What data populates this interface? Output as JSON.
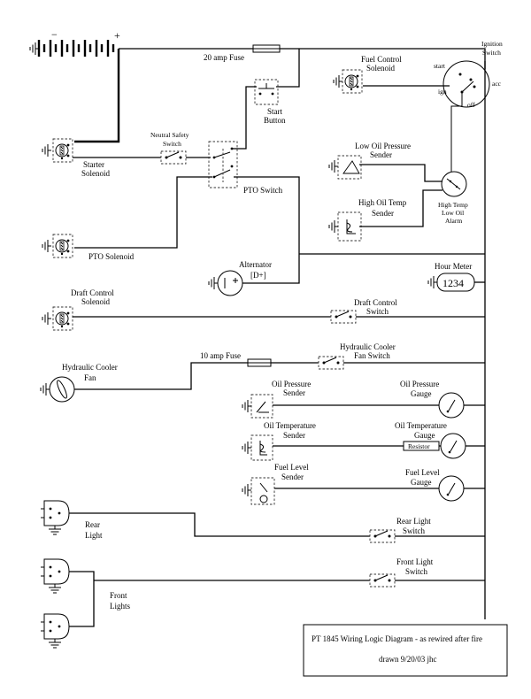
{
  "battery": {
    "minus": "−",
    "plus": "+"
  },
  "fuse20": "20 amp Fuse",
  "fuse10": "10 amp Fuse",
  "ignition_switch": [
    "Ignition",
    "Switch"
  ],
  "ignition_positions": {
    "start": "start",
    "ign": "ign",
    "acc": "acc",
    "off": "off"
  },
  "fuel_control_solenoid": [
    "Fuel Control",
    "Solenoid"
  ],
  "start_button": [
    "Start",
    "Button"
  ],
  "neutral_safety_switch": [
    "Neutral Safety",
    "Switch"
  ],
  "starter_solenoid": [
    "Starter",
    "Solenoid"
  ],
  "low_oil_pressure_sender": [
    "Low Oil Pressure",
    "Sender"
  ],
  "pto_switch": "PTO Switch",
  "high_oil_temp_sender": [
    "High Oil Temp",
    "Sender"
  ],
  "alarm": [
    "High Temp",
    "Low Oil",
    "Alarm"
  ],
  "pto_solenoid": "PTO Solenoid",
  "alternator": [
    "Alternator",
    "[D+]"
  ],
  "hour_meter": {
    "label": "Hour Meter",
    "value": "1234"
  },
  "draft_control_solenoid": [
    "Draft Control",
    "Solenoid"
  ],
  "draft_control_switch": [
    "Draft Control",
    "Switch"
  ],
  "hydraulic_cooler_fan": [
    "Hydraulic Cooler",
    "Fan"
  ],
  "hydraulic_cooler_fan_switch": [
    "Hydraulic Cooler",
    "Fan Switch"
  ],
  "oil_pressure_sender": [
    "Oil Pressure",
    "Sender"
  ],
  "oil_pressure_gauge": [
    "Oil Pressure",
    "Gauge"
  ],
  "oil_temperature_sender": [
    "Oil Temperature",
    "Sender"
  ],
  "oil_temperature_gauge": [
    "Oil Temperature",
    "Gauge"
  ],
  "resistor": "Resistor",
  "fuel_level_sender": [
    "Fuel Level",
    "Sender"
  ],
  "fuel_level_gauge": [
    "Fuel Level",
    "Gauge"
  ],
  "rear_light": [
    "Rear",
    "Light"
  ],
  "rear_light_switch": [
    "Rear Light",
    "Switch"
  ],
  "front_lights": [
    "Front",
    "Lights"
  ],
  "front_light_switch": [
    "Front Light",
    "Switch"
  ],
  "title_block": {
    "title": "PT 1845 Wiring Logic Diagram - as rewired after fire",
    "drawn": "drawn 9/20/03 jhc"
  }
}
